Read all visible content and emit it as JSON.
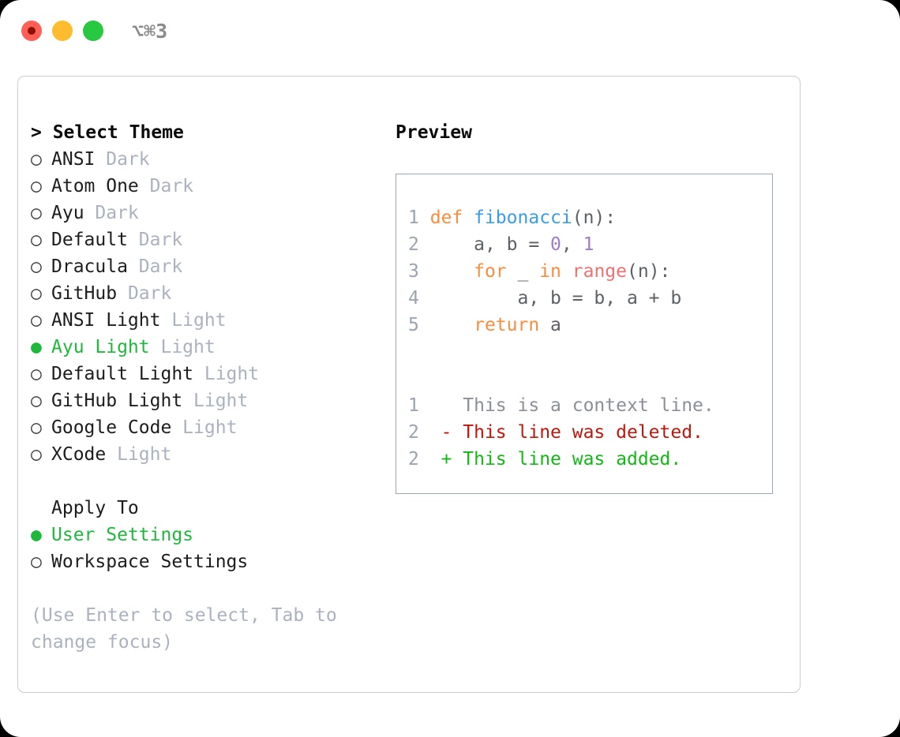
{
  "titlebar": {
    "shortcut": "⌥⌘3",
    "buttons": [
      "close",
      "minimize",
      "maximize"
    ]
  },
  "left": {
    "header": "> Select Theme",
    "themes": [
      {
        "bullet": "○",
        "name": "ANSI",
        "variant": "Dark",
        "selected": false
      },
      {
        "bullet": "○",
        "name": "Atom One",
        "variant": "Dark",
        "selected": false
      },
      {
        "bullet": "○",
        "name": "Ayu",
        "variant": "Dark",
        "selected": false
      },
      {
        "bullet": "○",
        "name": "Default",
        "variant": "Dark",
        "selected": false
      },
      {
        "bullet": "○",
        "name": "Dracula",
        "variant": "Dark",
        "selected": false
      },
      {
        "bullet": "○",
        "name": "GitHub",
        "variant": "Dark",
        "selected": false
      },
      {
        "bullet": "○",
        "name": "ANSI Light",
        "variant": "Light",
        "selected": false
      },
      {
        "bullet": "●",
        "name": "Ayu Light",
        "variant": "Light",
        "selected": true
      },
      {
        "bullet": "○",
        "name": "Default Light",
        "variant": "Light",
        "selected": false
      },
      {
        "bullet": "○",
        "name": "GitHub Light",
        "variant": "Light",
        "selected": false
      },
      {
        "bullet": "○",
        "name": "Google Code",
        "variant": "Light",
        "selected": false
      },
      {
        "bullet": "○",
        "name": "XCode",
        "variant": "Light",
        "selected": false
      }
    ],
    "apply_to_header": "Apply To",
    "apply_to": [
      {
        "bullet": "●",
        "name": "User Settings",
        "selected": true
      },
      {
        "bullet": "○",
        "name": "Workspace Settings",
        "selected": false
      }
    ],
    "hint": "(Use Enter to select, Tab to change focus)"
  },
  "right": {
    "title": "Preview",
    "code_lines": [
      {
        "no": "1",
        "tokens": [
          {
            "t": "def ",
            "c": "kw"
          },
          {
            "t": "fibonacci",
            "c": "fn"
          },
          {
            "t": "(n):",
            "c": "pl"
          }
        ]
      },
      {
        "no": "2",
        "tokens": [
          {
            "t": "    a, b = ",
            "c": "pl"
          },
          {
            "t": "0",
            "c": "num"
          },
          {
            "t": ", ",
            "c": "pl"
          },
          {
            "t": "1",
            "c": "num"
          }
        ]
      },
      {
        "no": "3",
        "tokens": [
          {
            "t": "    ",
            "c": "pl"
          },
          {
            "t": "for",
            "c": "kw"
          },
          {
            "t": " _ ",
            "c": "pl"
          },
          {
            "t": "in",
            "c": "kw"
          },
          {
            "t": " ",
            "c": "pl"
          },
          {
            "t": "range",
            "c": "bi"
          },
          {
            "t": "(n):",
            "c": "pl"
          }
        ]
      },
      {
        "no": "4",
        "tokens": [
          {
            "t": "        a, b = b, a + b",
            "c": "pl"
          }
        ]
      },
      {
        "no": "5",
        "tokens": [
          {
            "t": "    ",
            "c": "pl"
          },
          {
            "t": "return",
            "c": "kw"
          },
          {
            "t": " a",
            "c": "pl"
          }
        ]
      }
    ],
    "diff_lines": [
      {
        "no": "1",
        "marker": " ",
        "text": " This is a context line.",
        "kind": "diff-ctx"
      },
      {
        "no": "2",
        "marker": "-",
        "text": " This line was deleted.",
        "kind": "diff-del"
      },
      {
        "no": "2",
        "marker": "+",
        "text": " This line was added.",
        "kind": "diff-add"
      }
    ]
  },
  "colors": {
    "accent_green": "#1fb83c",
    "muted": "#aab2bf",
    "line_number": "#9aa3b0",
    "keyword": "#fa8d3e",
    "function": "#399ee6",
    "number": "#a37acc",
    "builtin": "#f07171",
    "plain": "#5c6166",
    "diff_context": "#8a8f98",
    "diff_deleted": "#c2160c",
    "diff_added": "#12b814",
    "panel_border": "#c7ccd6",
    "preview_border": "#9aa7b8",
    "btn_close": "#ff5f57",
    "btn_minimize": "#febc2e",
    "btn_maximize": "#28c840"
  }
}
